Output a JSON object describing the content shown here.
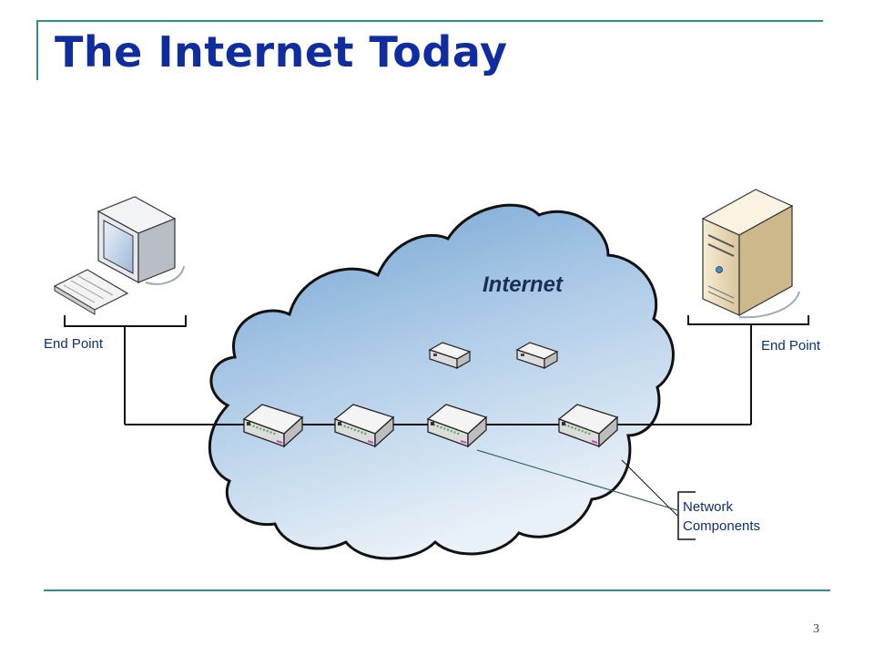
{
  "slide": {
    "title": "The Internet Today",
    "page_number": "3"
  },
  "diagram": {
    "cloud_label": "Internet",
    "left_endpoint_label": "End Point",
    "right_endpoint_label": "End Point",
    "callout_line1": "Network",
    "callout_line2": "Components"
  },
  "colors": {
    "title": "#0f2d9e",
    "rule": "#2f8f8a",
    "label": "#0b2f7a",
    "cloud_fill": "#9cc2e3",
    "cloud_stroke": "#111111"
  }
}
